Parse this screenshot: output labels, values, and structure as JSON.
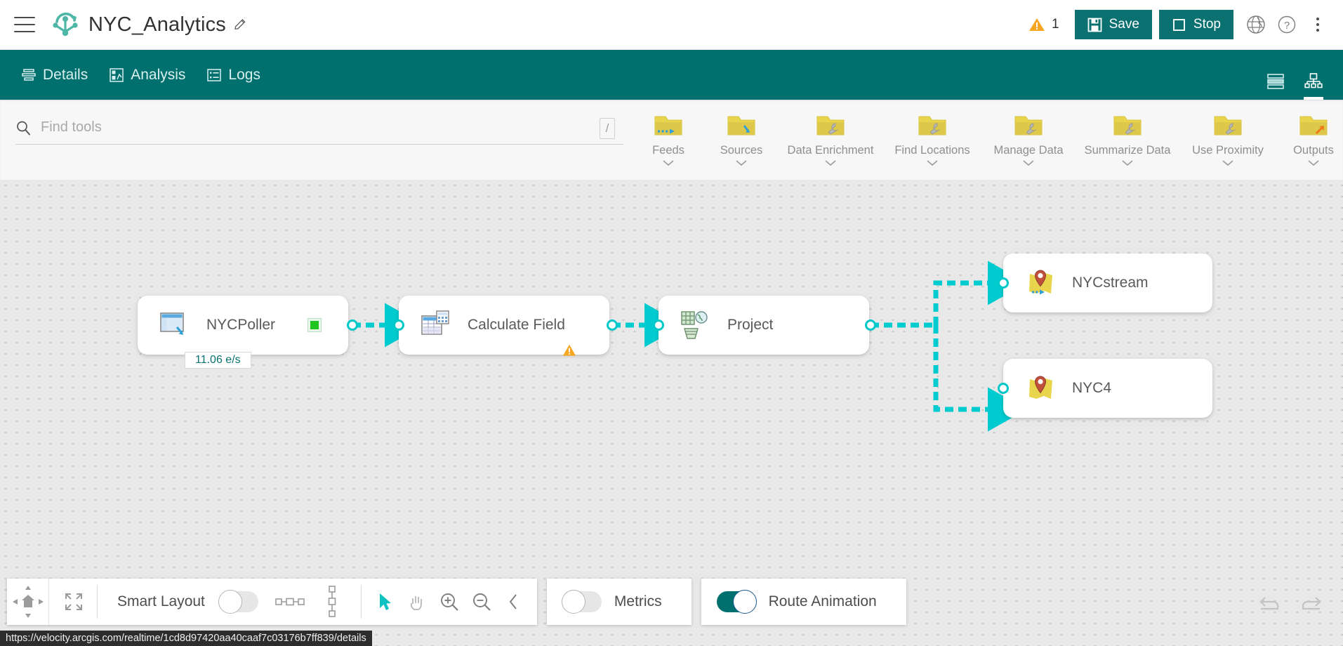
{
  "header": {
    "menu_icon": "hamburger-menu-icon",
    "logo_icon": "velocity-logo-icon",
    "title": "NYC_Analytics",
    "edit_icon": "pencil-icon",
    "warning_icon": "warning-triangle-icon",
    "warning_count": "1",
    "save_label": "Save",
    "save_icon": "floppy-disk-icon",
    "stop_label": "Stop",
    "stop_icon": "stop-square-icon",
    "globe_icon": "globe-icon",
    "help_icon": "help-question-icon",
    "more_icon": "kebab-menu-icon",
    "accent_teal": "#0a7070"
  },
  "nav": {
    "items": [
      {
        "label": "Details",
        "icon": "details-list-icon"
      },
      {
        "label": "Analysis",
        "icon": "analysis-chart-icon"
      },
      {
        "label": "Logs",
        "icon": "logs-icon"
      }
    ],
    "views": [
      {
        "name": "list-view",
        "icon": "rows-view-icon",
        "active": false
      },
      {
        "name": "diagram-view",
        "icon": "tree-diagram-icon",
        "active": true
      }
    ],
    "bar_color": "#00706e"
  },
  "search": {
    "icon": "search-icon",
    "placeholder": "Find tools",
    "value": "",
    "shortcut_key": "/"
  },
  "categories": [
    {
      "label": "Feeds",
      "icon": "folder-feeds-icon"
    },
    {
      "label": "Sources",
      "icon": "folder-sources-icon"
    },
    {
      "label": "Data Enrichment",
      "icon": "folder-tool-icon"
    },
    {
      "label": "Find Locations",
      "icon": "folder-tool-icon"
    },
    {
      "label": "Manage Data",
      "icon": "folder-tool-icon"
    },
    {
      "label": "Summarize Data",
      "icon": "folder-tool-icon"
    },
    {
      "label": "Use Proximity",
      "icon": "folder-tool-icon"
    },
    {
      "label": "Outputs",
      "icon": "folder-outputs-icon"
    }
  ],
  "canvas": {
    "link_color": "#00ccd0",
    "nodes": [
      {
        "id": "nycpoller",
        "label": "NYCPoller",
        "icon": "feed-poller-icon",
        "status": "running",
        "status_color": "#1fc41f",
        "rate_label": "11.06 e/s"
      },
      {
        "id": "calculate-field",
        "label": "Calculate Field",
        "icon": "calculate-field-icon",
        "warning": true
      },
      {
        "id": "project",
        "label": "Project",
        "icon": "project-tool-icon"
      },
      {
        "id": "nycstream",
        "label": "NYCstream",
        "icon": "stream-output-icon"
      },
      {
        "id": "nyc4",
        "label": "NYC4",
        "icon": "feature-layer-output-icon"
      }
    ]
  },
  "bottom": {
    "pan_icon": "pan-home-icon",
    "fit_icon": "fit-to-screen-icon",
    "smart_layout_label": "Smart Layout",
    "smart_layout_on": false,
    "horizontal_layout_icon": "horizontal-layout-icon",
    "vertical_layout_icon": "vertical-layout-icon",
    "select_icon": "select-arrow-icon",
    "pan_hand_icon": "pan-hand-icon",
    "zoom_in_icon": "zoom-in-icon",
    "zoom_out_icon": "zoom-out-icon",
    "collapse_icon": "chevron-left-icon",
    "metrics_label": "Metrics",
    "metrics_on": false,
    "route_animation_label": "Route Animation",
    "route_animation_on": true,
    "undo_icon": "undo-icon",
    "redo_icon": "redo-icon"
  },
  "statusbar": {
    "url": "https://velocity.arcgis.com/realtime/1cd8d97420aa40caaf7c03176b7ff839/details"
  }
}
